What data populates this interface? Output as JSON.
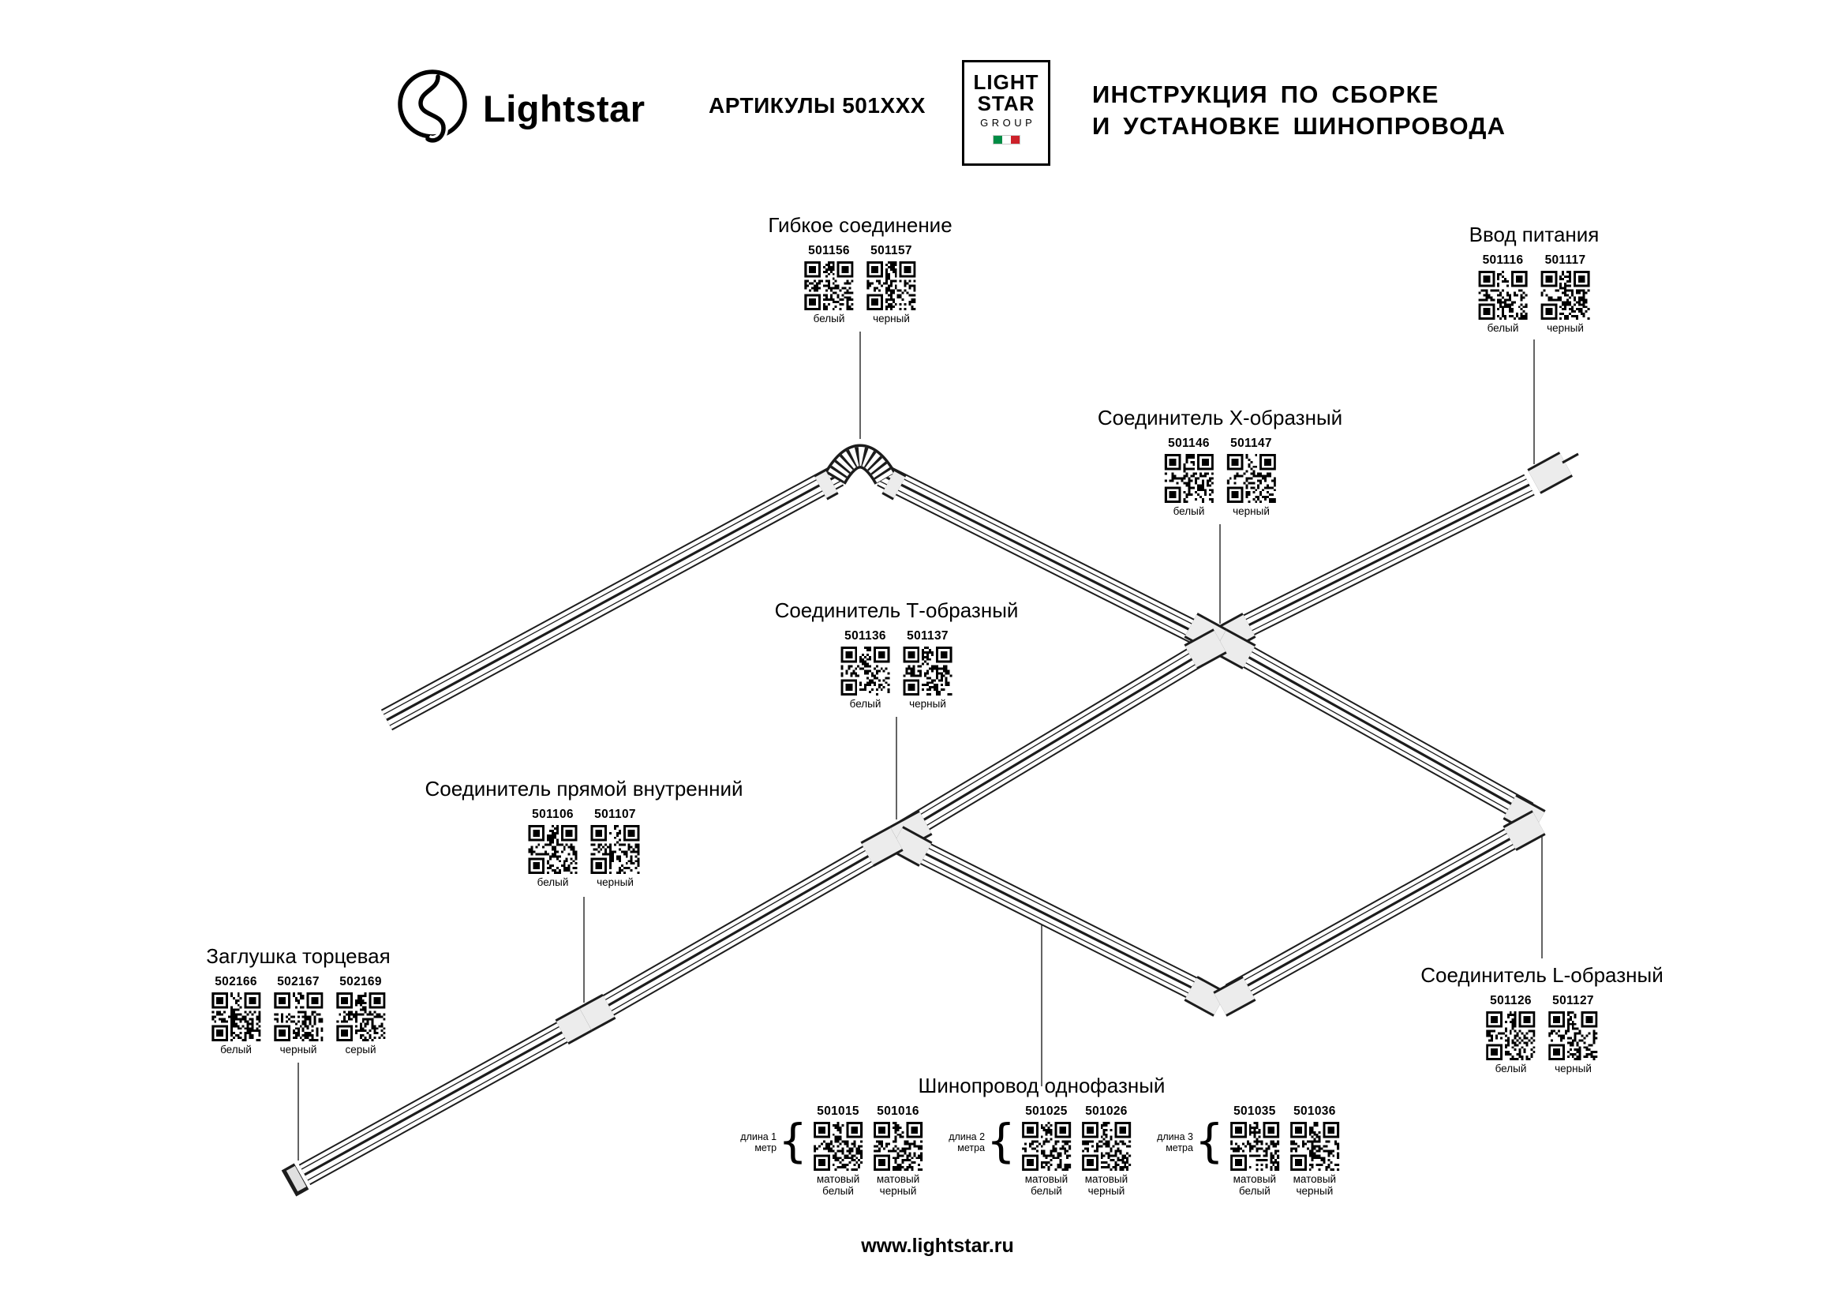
{
  "header": {
    "brand": "Lightstar",
    "articles": "АРТИКУЛЫ 501ХХХ",
    "group_logo": {
      "line1": "LIGHT",
      "line2": "STAR",
      "line3": "GROUP"
    },
    "title_line1": "ИНСТРУКЦИЯ ПО СБОРКЕ",
    "title_line2": "И УСТАНОВКЕ ШИНОПРОВОДА"
  },
  "groups": {
    "flexible": {
      "title": "Гибкое соединение",
      "items": [
        {
          "code": "501156",
          "caption": "белый"
        },
        {
          "code": "501157",
          "caption": "черный"
        }
      ]
    },
    "power": {
      "title": "Ввод питания",
      "items": [
        {
          "code": "501116",
          "caption": "белый"
        },
        {
          "code": "501117",
          "caption": "черный"
        }
      ]
    },
    "x_connector": {
      "title": "Соединитель Х-образный",
      "items": [
        {
          "code": "501146",
          "caption": "белый"
        },
        {
          "code": "501147",
          "caption": "черный"
        }
      ]
    },
    "t_connector": {
      "title": "Соединитель Т-образный",
      "items": [
        {
          "code": "501136",
          "caption": "белый"
        },
        {
          "code": "501137",
          "caption": "черный"
        }
      ]
    },
    "straight_connector": {
      "title": "Соединитель прямой внутренний",
      "items": [
        {
          "code": "501106",
          "caption": "белый"
        },
        {
          "code": "501107",
          "caption": "черный"
        }
      ]
    },
    "end_cap": {
      "title": "Заглушка торцевая",
      "items": [
        {
          "code": "502166",
          "caption": "белый"
        },
        {
          "code": "502167",
          "caption": "черный"
        },
        {
          "code": "502169",
          "caption": "серый"
        }
      ]
    },
    "l_connector": {
      "title": "Соединитель L-образный",
      "items": [
        {
          "code": "501126",
          "caption": "белый"
        },
        {
          "code": "501127",
          "caption": "черный"
        }
      ]
    },
    "track": {
      "title": "Шинопровод однофазный",
      "brace": "{",
      "subgroups": [
        {
          "length": "длина 1 метр",
          "items": [
            {
              "code": "501015",
              "caption": "матовый белый"
            },
            {
              "code": "501016",
              "caption": "матовый черный"
            }
          ]
        },
        {
          "length": "длина 2 метра",
          "items": [
            {
              "code": "501025",
              "caption": "матовый белый"
            },
            {
              "code": "501026",
              "caption": "матовый черный"
            }
          ]
        },
        {
          "length": "длина 3 метра",
          "items": [
            {
              "code": "501035",
              "caption": "матовый белый"
            },
            {
              "code": "501036",
              "caption": "матовый черный"
            }
          ]
        }
      ]
    }
  },
  "footer": {
    "website": "www.lightstar.ru"
  }
}
